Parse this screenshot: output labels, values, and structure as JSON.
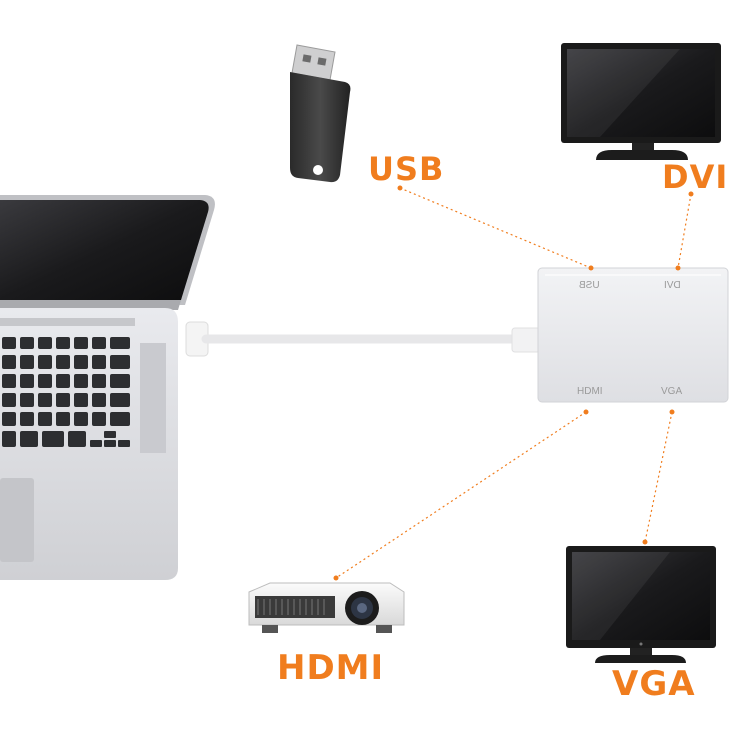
{
  "colors": {
    "accent": "#f07d1e",
    "background": "#ffffff",
    "adapter": "#e6e7ea",
    "laptop_body": "#d7d8dc",
    "screen_dark": "#1b1b1d"
  },
  "callouts": {
    "usb": "USB",
    "dvi": "DVI",
    "hdmi": "HDMI",
    "vga": "VGA"
  },
  "adapter_ports": {
    "usb": "USB",
    "dvi": "DVI",
    "hdmi": "HDMI",
    "vga": "VGA"
  },
  "devices": {
    "laptop": "laptop-icon",
    "usb_drive": "usb-drive-icon",
    "dvi_monitor": "monitor-icon",
    "projector": "projector-icon",
    "vga_monitor": "monitor-icon",
    "adapter": "adapter-hub-icon"
  }
}
